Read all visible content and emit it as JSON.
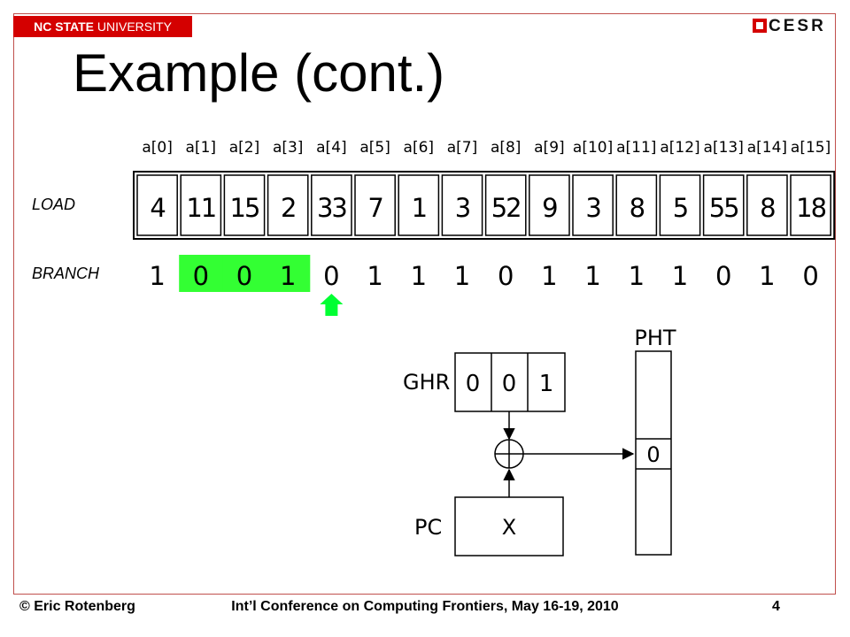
{
  "header": {
    "org_bold": "NC STATE",
    "org_light": "UNIVERSITY",
    "logo_text": "CESR"
  },
  "slide": {
    "title": "Example (cont.)"
  },
  "array": {
    "labels": [
      "a[0]",
      "a[1]",
      "a[2]",
      "a[3]",
      "a[4]",
      "a[5]",
      "a[6]",
      "a[7]",
      "a[8]",
      "a[9]",
      "a[10]",
      "a[11]",
      "a[12]",
      "a[13]",
      "a[14]",
      "a[15]"
    ],
    "load_label": "LOAD",
    "load_values": [
      "4",
      "11",
      "15",
      "2",
      "33",
      "7",
      "1",
      "3",
      "52",
      "9",
      "3",
      "8",
      "5",
      "55",
      "8",
      "18"
    ],
    "branch_label": "BRANCH",
    "branch_values": [
      "1",
      "0",
      "0",
      "1",
      "0",
      "1",
      "1",
      "1",
      "0",
      "1",
      "1",
      "1",
      "1",
      "0",
      "1",
      "0"
    ],
    "highlighted_indices": [
      1,
      2,
      3
    ],
    "arrow_index": 4
  },
  "predictor": {
    "ghr_label": "GHR",
    "ghr_bits": [
      "0",
      "0",
      "1"
    ],
    "pc_label": "PC",
    "pc_value": "X",
    "pht_label": "PHT",
    "pht_entry": "0"
  },
  "colors": {
    "highlight": "#33ff33",
    "arrow": "#00ff33",
    "brand_red": "#d40000"
  },
  "footer": {
    "author": "© Eric Rotenberg",
    "conference": "Int’l Conference on Computing Frontiers, May 16-19, 2010",
    "page": "4"
  }
}
